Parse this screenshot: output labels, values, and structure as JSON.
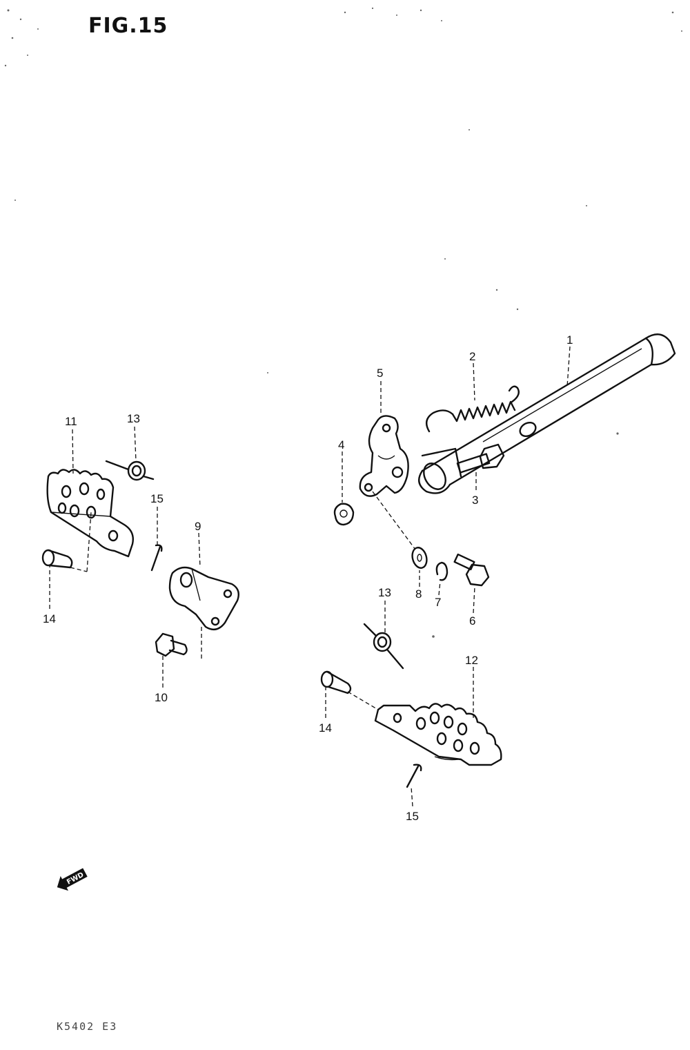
{
  "figure": {
    "title": "FIG.15",
    "footer_code": "K5402 E3"
  },
  "callouts": {
    "c1": "1",
    "c2": "2",
    "c3": "3",
    "c4": "4",
    "c5": "5",
    "c6": "6",
    "c7": "7",
    "c8": "8",
    "c9": "9",
    "c10": "10",
    "c11": "11",
    "c12": "12",
    "c13a": "13",
    "c13b": "13",
    "c14a": "14",
    "c14b": "14",
    "c15a": "15",
    "c15b": "15"
  },
  "fwd_marker": {
    "label": "FWD",
    "icon": "forward-arrow-icon"
  }
}
